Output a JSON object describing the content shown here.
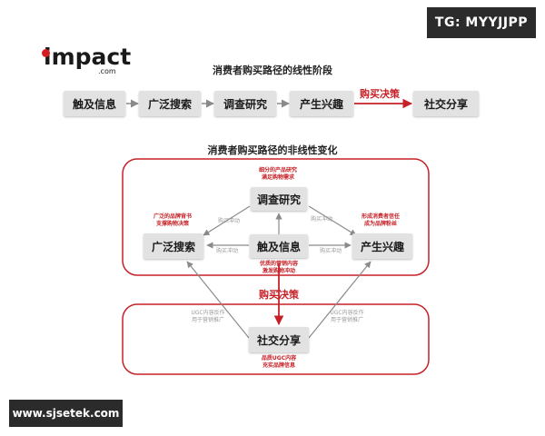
{
  "badge": "TG: MYYJJPP",
  "logo": {
    "main": "impact",
    "sub": ".com"
  },
  "linear": {
    "title": "消费者购买路径的线性阶段",
    "steps": [
      "触及信息",
      "广泛搜索",
      "调查研究",
      "产生兴趣"
    ],
    "decision_label": "购买决策",
    "final_step": "社交分享"
  },
  "nonlinear": {
    "title": "消费者购买路径的非线性变化",
    "nodes": {
      "research": "调查研究",
      "search": "广泛搜索",
      "touch": "触及信息",
      "interest": "产生兴趣",
      "share": "社交分享"
    },
    "decision_label": "购买决策",
    "notes": {
      "research": [
        "细分的产品研究",
        "满足购物需求"
      ],
      "search": [
        "广泛的品牌背书",
        "支撑购物决策"
      ],
      "interest": [
        "形成消费者信任",
        "成为品牌粉丝"
      ],
      "touch": [
        "优质的营销内容",
        "激发购物冲动"
      ],
      "share": [
        "品质UGC内容",
        "充实品牌信息"
      ]
    },
    "edge_labels": {
      "search_research": "购买冲动",
      "research_interest": "购买冲动",
      "touch_search": "购买冲动",
      "touch_interest": "购买冲动",
      "share_left": [
        "UGC内容反作",
        "用于营销推广"
      ],
      "share_right": [
        "UGC内容反作",
        "用于营销推广"
      ]
    }
  },
  "watermark": "www.sjsetek.com",
  "colors": {
    "accent": "#c62127",
    "box": "#e2e2e2",
    "badge_bg": "#2b2b2b"
  }
}
